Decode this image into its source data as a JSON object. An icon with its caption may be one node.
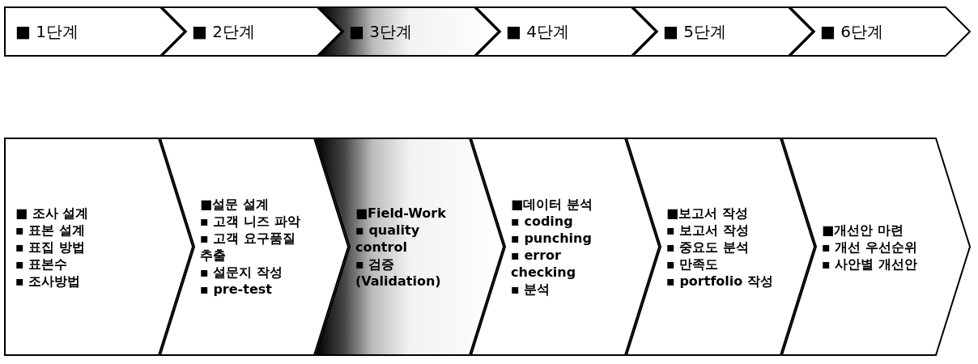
{
  "diagram": {
    "nodes": [
      {
        "text": [
          "■ 1단계"
        ]
      },
      {
        "text": [
          "■ 2단계"
        ]
      },
      {
        "text": [
          "■ 3단계"
        ]
      },
      {
        "text": [
          "■ 4단계"
        ]
      },
      {
        "text": [
          "■ 5단계"
        ]
      },
      {
        "text": [
          "■ 6단계"
        ]
      },
      {
        "text": [
          "■ 조사 설계",
          "▪ 표본 설계",
          "▪ 표집 방법",
          "▪ 표본수",
          "▪ 조사방법"
        ]
      },
      {
        "text": [
          "■설문 설계",
          "▪ 고객 니즈 파악",
          "▪ 고객 요구품질 추출",
          "▪ 설문지 작성",
          "▪ pre-test"
        ]
      },
      {
        "text": [
          "■Field-Work",
          "▪ quality control",
          "▪ 검증 (Validation)"
        ]
      },
      {
        "text": [
          "■데이터 분석",
          "▪ coding",
          "▪ punching",
          "▪ error checking",
          "▪ 분석"
        ]
      },
      {
        "text": [
          "■보고서 작성",
          "▪ 보고서 작성",
          "▪ 중요도 분석",
          "▪ 만족도",
          "▪ portfolio 작성"
        ]
      },
      {
        "text": [
          "■개선안 마련",
          "▪ 개선 우선순위",
          "▪ 사안별 개선안"
        ]
      }
    ]
  }
}
